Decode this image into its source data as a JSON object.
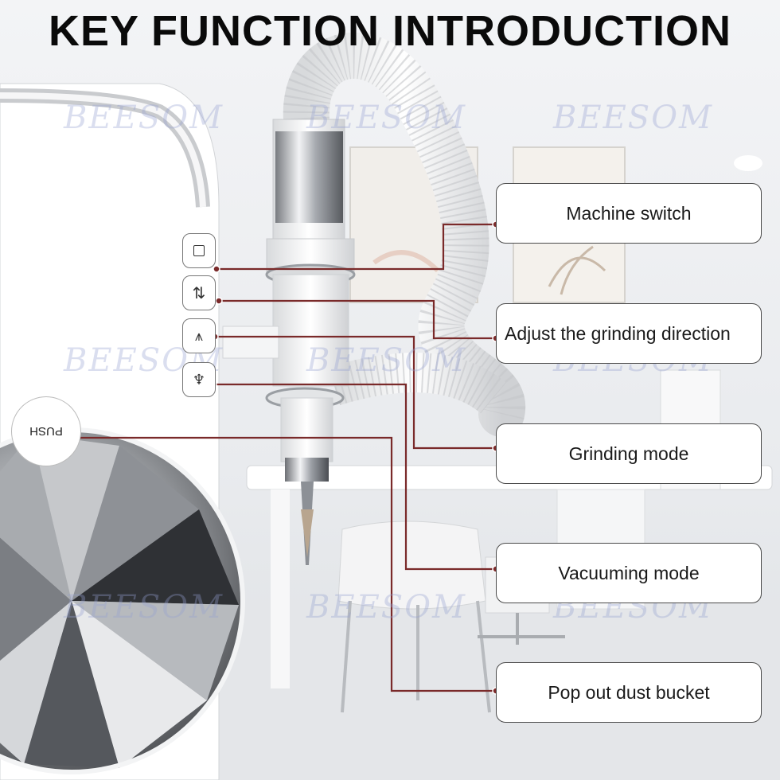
{
  "title": "KEY FUNCTION INTRODUCTION",
  "watermark": "BEESOM",
  "labels": [
    {
      "key": "machine_switch",
      "text": "Machine switch"
    },
    {
      "key": "grinding_direction",
      "text": "Adjust the grinding direction"
    },
    {
      "key": "grinding_mode",
      "text": "Grinding mode"
    },
    {
      "key": "vacuuming_mode",
      "text": "Vacuuming mode"
    },
    {
      "key": "pop_out",
      "text": "Pop out dust bucket"
    }
  ],
  "push_label": "PUSH",
  "icons": [
    "square-icon",
    "rotate-arrows-icon",
    "grind-icon",
    "vacuum-icon"
  ],
  "colors": {
    "connector": "#7a2a2a",
    "text": "#1a1a1a"
  }
}
